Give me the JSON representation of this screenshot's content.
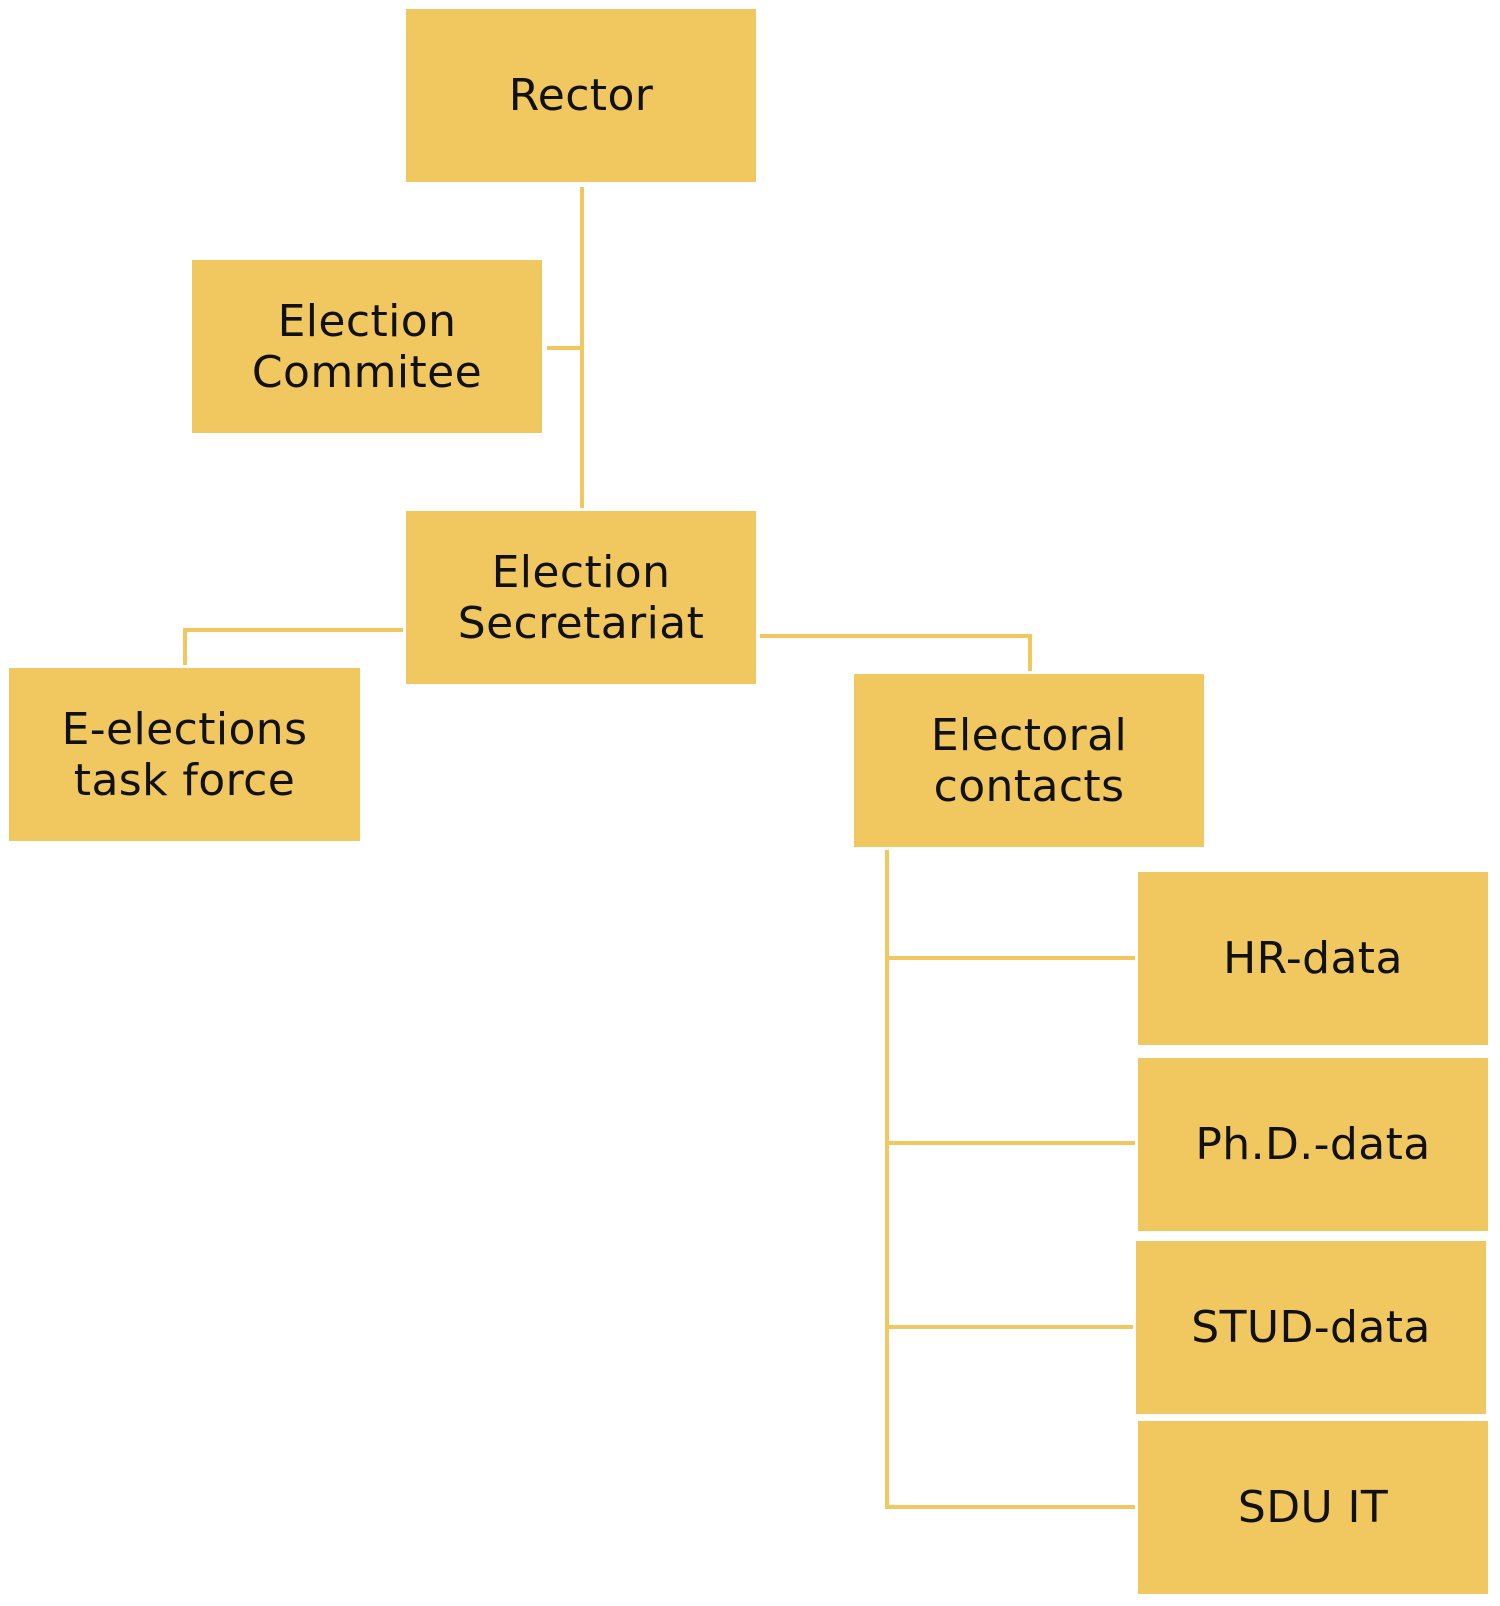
{
  "colors": {
    "box_fill": "#f1c85f",
    "connector": "#f1c85f",
    "text": "#111111",
    "background": "#ffffff"
  },
  "nodes": {
    "rector": "Rector",
    "election_committee": "Election\nCommitee",
    "election_secretariat": "Election\nSecretariat",
    "e_elections_task_force": "E-elections\ntask force",
    "electoral_contacts": "Electoral\ncontacts",
    "hr_data": "HR-data",
    "phd_data": "Ph.D.-data",
    "stud_data": "STUD-data",
    "sdu_it": "SDU IT"
  }
}
